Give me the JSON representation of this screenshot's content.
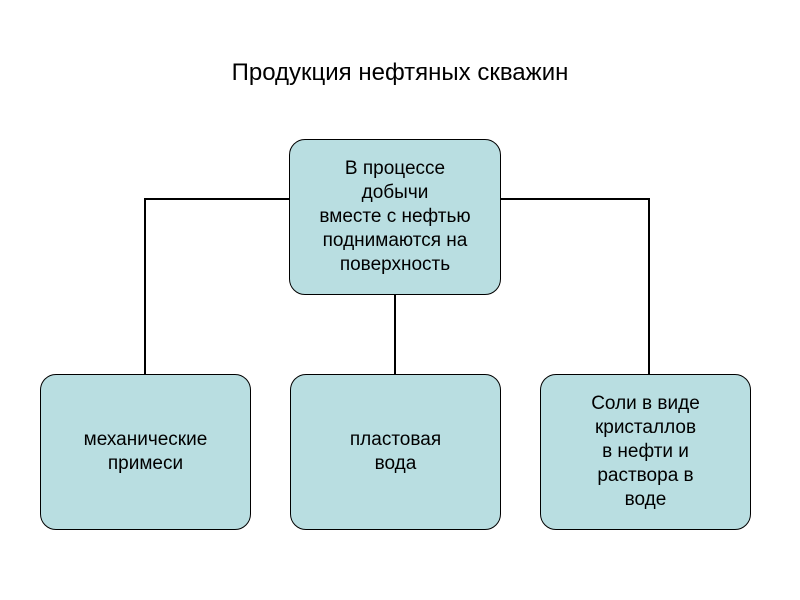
{
  "title": "Продукция нефтяных скважин",
  "colors": {
    "box_fill": "#b9dee1",
    "box_border": "#000000",
    "connector": "#000000",
    "background": "#ffffff"
  },
  "nodes": {
    "top": "В процессе\nдобычи\nвместе с нефтью\nподнимаются на\nповерхность",
    "left": "механические\nпримеси",
    "center": "пластовая\nвода",
    "right": "Соли в виде\nкристаллов\nв нефти и\nраствора в\nводе"
  }
}
